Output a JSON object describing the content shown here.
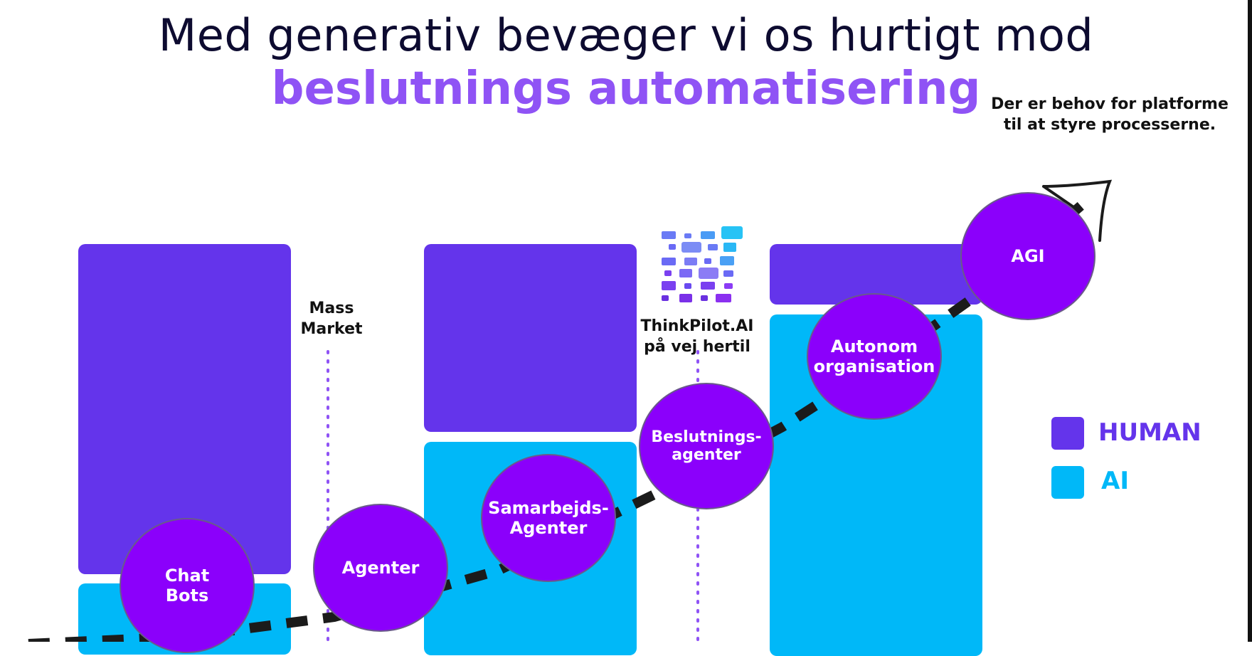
{
  "title": {
    "line1": "Med generativ bevæger vi os hurtigt mod",
    "line2": "beslutnings automatisering"
  },
  "note": "Der er behov for platforme\ntil at styre processerne.",
  "colors": {
    "human": "#6434eb",
    "ai": "#00b8f8",
    "circle": "#8b00fb",
    "title_accent": "#8f53f5"
  },
  "markers": [
    {
      "label": "Mass\nMarket"
    },
    {
      "label": "ThinkPilot.AI\npå vej hertil"
    }
  ],
  "stages": [
    {
      "label": "Chat\nBots"
    },
    {
      "label": "Agenter"
    },
    {
      "label": "Samarbejds-\nAgenter"
    },
    {
      "label": "Beslutnings-\nagenter"
    },
    {
      "label": "Autonom\norganisation"
    },
    {
      "label": "AGI"
    }
  ],
  "legend": [
    {
      "label": "HUMAN",
      "color": "#6434eb"
    },
    {
      "label": "AI",
      "color": "#00b8f8"
    }
  ],
  "logo": {
    "icon": "thinkpilot-logo-icon"
  }
}
